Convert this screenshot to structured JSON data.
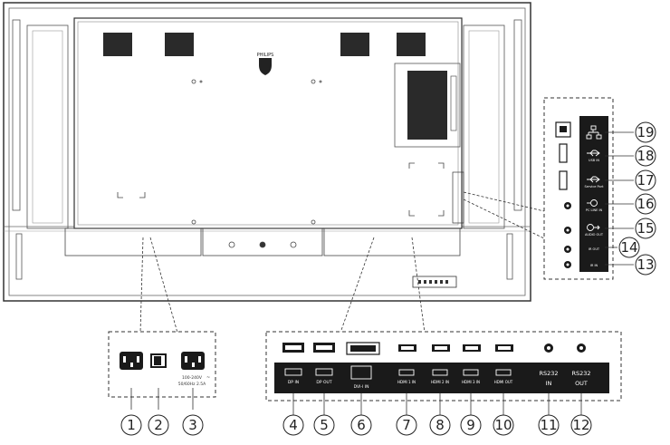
{
  "brand_logo": "philips-shield-logo",
  "rear_panel_labels": {
    "power_rating": [
      "100-240V",
      "50/60Hz 2.5A"
    ],
    "ac_tilde": "~"
  },
  "bottom_ports": [
    {
      "num": "1",
      "label": ""
    },
    {
      "num": "2",
      "label": ""
    },
    {
      "num": "3",
      "label": ""
    },
    {
      "num": "4",
      "label": "DP IN"
    },
    {
      "num": "5",
      "label": "DP OUT"
    },
    {
      "num": "6",
      "label": "DVI-I IN"
    },
    {
      "num": "7",
      "label": "HDMI 1 IN"
    },
    {
      "num": "8",
      "label": "HDMI 2 IN"
    },
    {
      "num": "9",
      "label": "HDMI 3 IN"
    },
    {
      "num": "10",
      "label": "HDMI OUT"
    },
    {
      "num": "11",
      "label": [
        "RS232",
        "IN"
      ]
    },
    {
      "num": "12",
      "label": [
        "RS232",
        "OUT"
      ]
    }
  ],
  "side_ports": [
    {
      "num": "19",
      "label": "",
      "icon": "network-icon"
    },
    {
      "num": "18",
      "label": "USB IN",
      "icon": "usb-icon"
    },
    {
      "num": "17",
      "label": "Service Port",
      "icon": "usb-icon"
    },
    {
      "num": "16",
      "label": "PC LINE IN",
      "icon": "audio-in-icon"
    },
    {
      "num": "15",
      "label": "AUDIO OUT",
      "icon": "audio-out-icon"
    },
    {
      "num": "14",
      "label": "IR OUT",
      "icon": ""
    },
    {
      "num": "13",
      "label": "IR IN",
      "icon": ""
    }
  ]
}
